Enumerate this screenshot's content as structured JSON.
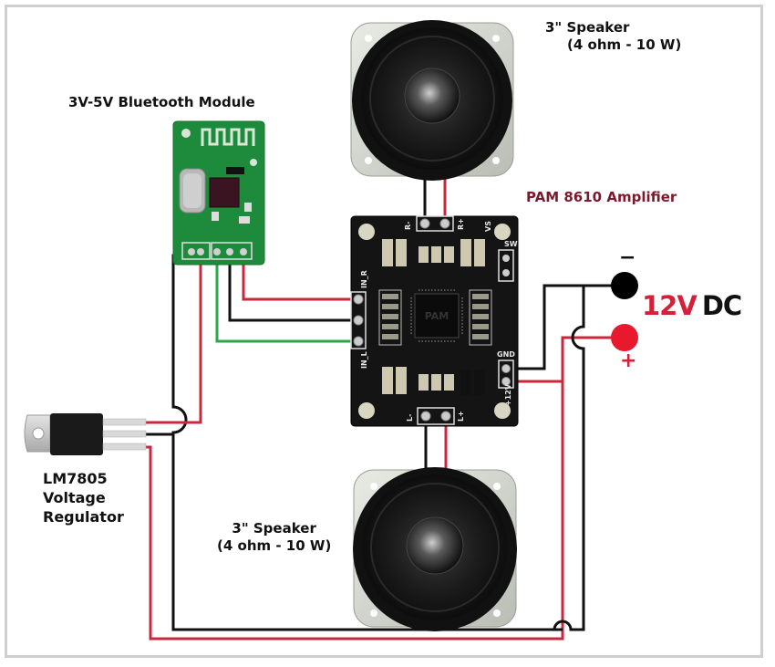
{
  "diagram": {
    "title": "Bluetooth speaker wiring diagram",
    "components": {
      "bluetooth_module": {
        "label": "3V-5V Bluetooth Module"
      },
      "amplifier": {
        "label": "PAM 8610 Amplifier",
        "chip_marking": "PAM",
        "pins": {
          "right_minus": "R-",
          "right_plus": "R+",
          "vs": "VS",
          "sw": "SW",
          "in_r": "IN_R",
          "in_l": "IN_L",
          "gnd": "GND",
          "v12": "+12V",
          "left_minus": "L-",
          "left_plus": "L+"
        }
      },
      "speaker_top": {
        "line1": "3\" Speaker",
        "line2": "(4 ohm - 10 W)"
      },
      "speaker_bottom": {
        "line1": "3\" Speaker",
        "line2": "(4 ohm - 10 W)"
      },
      "regulator": {
        "line1": "LM7805",
        "line2": "Voltage",
        "line3": "Regulator"
      },
      "power_supply": {
        "voltage": "12V",
        "type": "DC",
        "negative_symbol": "−",
        "positive_symbol": "+"
      }
    },
    "colors": {
      "wire_red": "#c8283c",
      "wire_black": "#111111",
      "wire_green": "#2aa84a",
      "terminal_negative": "#000000",
      "terminal_positive": "#e8192c",
      "pcb_green": "#1e8a3c",
      "pcb_black": "#141414",
      "amp_label": "#7a1a2e",
      "voltage_label": "#d4213a",
      "frame": "#cfcfcf"
    }
  }
}
